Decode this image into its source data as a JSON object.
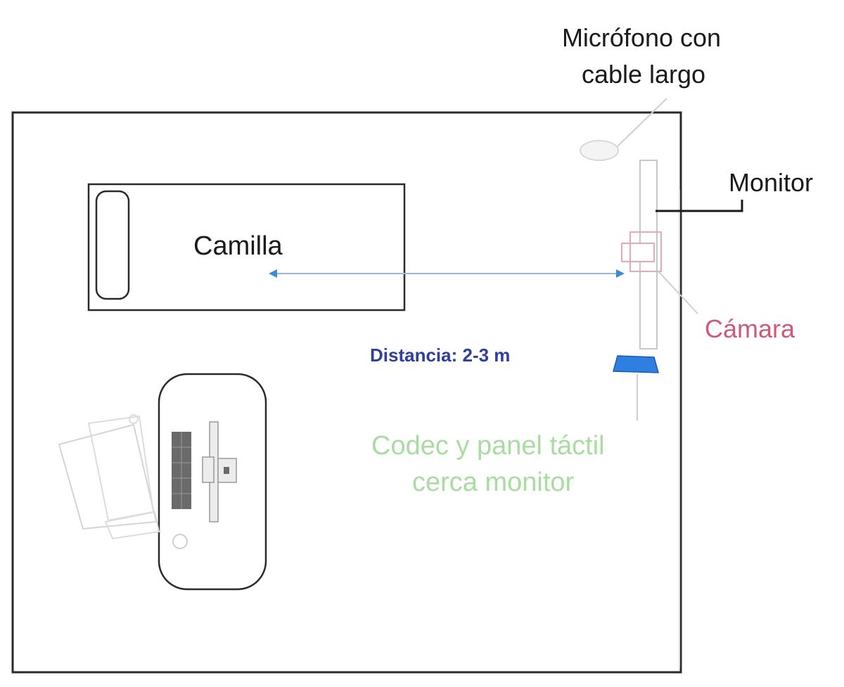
{
  "labels": {
    "microphone_line1": "Micrófono con",
    "microphone_line2": "cable largo",
    "monitor": "Monitor",
    "stretcher": "Camilla",
    "camera": "Cámara",
    "distance": "Distancia: 2-3 m",
    "codec_line1": "Codec y panel táctil",
    "codec_line2": "cerca monitor"
  },
  "colors": {
    "room_outline": "#2a2a2a",
    "text_dark": "#1a1a1a",
    "camera_text": "#d0587a",
    "distance_text": "#2f3f9a",
    "codec_text": "#a8dca0",
    "arrow": "#3a8ad8",
    "touch_panel": "#2f7fe0",
    "light_gray": "#cfcfcf"
  }
}
